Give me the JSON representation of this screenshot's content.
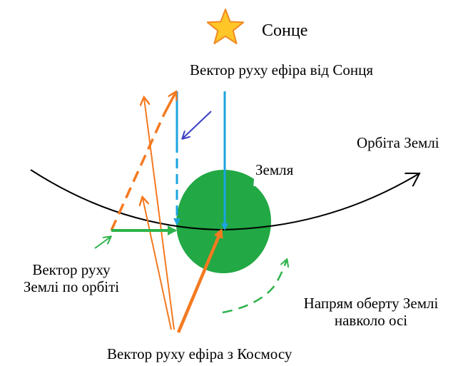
{
  "labels": {
    "sun": "Сонце",
    "ether_from_sun": "Вектор руху ефіра від Сонця",
    "earth_orbit": "Орбіта Землі",
    "earth": "Земля",
    "earth_orbit_vector_line1": "Вектор руху",
    "earth_orbit_vector_line2": "Землі по орбіті",
    "rotation_line1": "Напрям оберту Землі",
    "rotation_line2": "навколо осі",
    "ether_from_space": "Вектор руху ефіра з Космосу"
  },
  "colors": {
    "sun_fill": "#ffc627",
    "sun_stroke": "#f08a24",
    "earth": "#22a844",
    "green_arrow": "#2db34a",
    "blue_arrow": "#1ca3e0",
    "dark_blue_arrow": "#3a3fc4",
    "orange_arrow": "#f47a20",
    "orbit": "#000000"
  }
}
